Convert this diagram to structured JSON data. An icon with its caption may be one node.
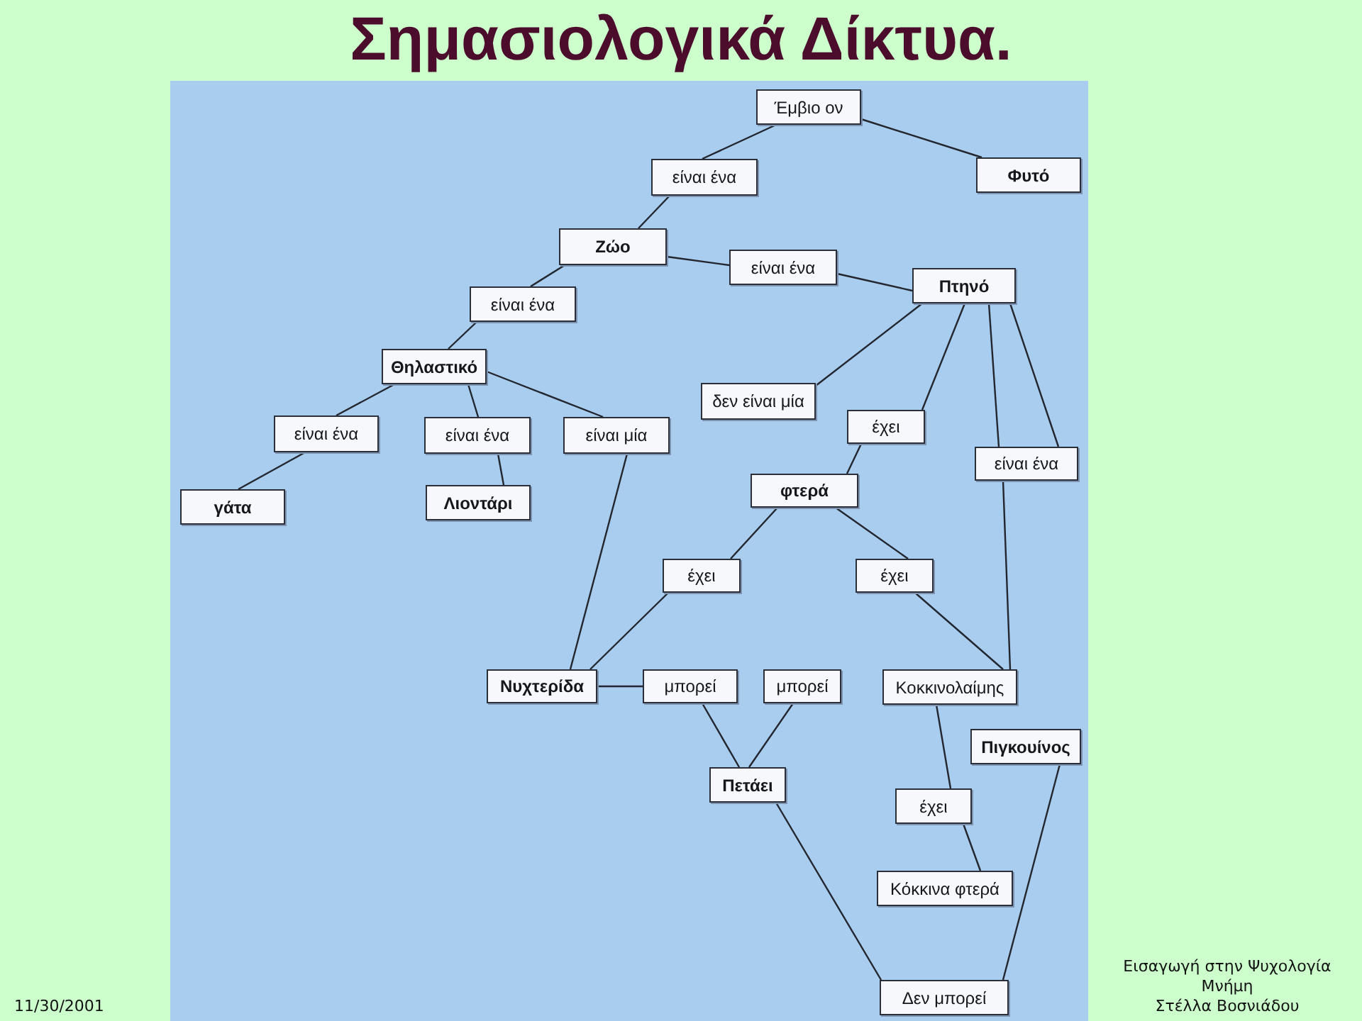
{
  "diagram": {
    "title": "Σημασιολογικά Δίκτυα.",
    "nodes": [
      {
        "text": [
          "Έμβιο ον"
        ]
      },
      {
        "text": [
          "είναι ένα"
        ]
      },
      {
        "text": [
          "Φυτό"
        ]
      },
      {
        "text": [
          "Ζώο"
        ]
      },
      {
        "text": [
          "είναι ένα"
        ]
      },
      {
        "text": [
          "Πτηνό"
        ]
      },
      {
        "text": [
          "είναι ένα"
        ]
      },
      {
        "text": [
          "Θηλαστικό"
        ]
      },
      {
        "text": [
          "δεν είναι μία"
        ]
      },
      {
        "text": [
          "είναι ένα"
        ]
      },
      {
        "text": [
          "είναι ένα"
        ]
      },
      {
        "text": [
          "είναι μία"
        ]
      },
      {
        "text": [
          "έχει"
        ]
      },
      {
        "text": [
          "είναι ένα"
        ]
      },
      {
        "text": [
          "γάτα"
        ]
      },
      {
        "text": [
          "Λιοντάρι"
        ]
      },
      {
        "text": [
          "φτερά"
        ]
      },
      {
        "text": [
          "έχει"
        ]
      },
      {
        "text": [
          "έχει"
        ]
      },
      {
        "text": [
          "Νυχτερίδα"
        ]
      },
      {
        "text": [
          "μπορεί"
        ]
      },
      {
        "text": [
          "μπορεί"
        ]
      },
      {
        "text": [
          "Κοκκινολαίμης"
        ]
      },
      {
        "text": [
          "Πιγκουίνος"
        ]
      },
      {
        "text": [
          "Πετάει"
        ]
      },
      {
        "text": [
          "έχει"
        ]
      },
      {
        "text": [
          "Κόκκινα φτερά"
        ]
      },
      {
        "text": [
          "Δεν μπορεί"
        ]
      }
    ],
    "edges": [
      {
        "from": 0,
        "to": 1,
        "arrow": "none"
      },
      {
        "from": 0,
        "to": 2,
        "arrow": "none"
      },
      {
        "from": 1,
        "to": 3,
        "arrow": "none"
      },
      {
        "from": 3,
        "to": 4,
        "arrow": "none"
      },
      {
        "from": 4,
        "to": 5,
        "arrow": "none"
      },
      {
        "from": 3,
        "to": 6,
        "arrow": "none"
      },
      {
        "from": 6,
        "to": 7,
        "arrow": "none"
      },
      {
        "from": 7,
        "to": 9,
        "arrow": "none"
      },
      {
        "from": 7,
        "to": 10,
        "arrow": "none"
      },
      {
        "from": 7,
        "to": 11,
        "arrow": "none"
      },
      {
        "from": 9,
        "to": 14,
        "arrow": "none"
      },
      {
        "from": 10,
        "to": 15,
        "arrow": "none"
      },
      {
        "from": 11,
        "to": 19,
        "arrow": "none"
      },
      {
        "from": 5,
        "to": 8,
        "arrow": "none"
      },
      {
        "from": 5,
        "to": 12,
        "arrow": "none"
      },
      {
        "from": 5,
        "to": 13,
        "arrow": "none"
      },
      {
        "from": 5,
        "to": 13,
        "arrow": "none"
      },
      {
        "from": 12,
        "to": 16,
        "arrow": "none"
      },
      {
        "from": 16,
        "to": 17,
        "arrow": "none"
      },
      {
        "from": 16,
        "to": 18,
        "arrow": "none"
      },
      {
        "from": 17,
        "to": 19,
        "arrow": "none"
      },
      {
        "from": 18,
        "to": 22,
        "arrow": "none"
      },
      {
        "from": 13,
        "to": 22,
        "arrow": "none"
      },
      {
        "from": 19,
        "to": 20,
        "arrow": "none"
      },
      {
        "from": 20,
        "to": 24,
        "arrow": "none"
      },
      {
        "from": 21,
        "to": 24,
        "arrow": "none"
      },
      {
        "from": 22,
        "to": 25,
        "arrow": "none"
      },
      {
        "from": 25,
        "to": 26,
        "arrow": "none"
      },
      {
        "from": 24,
        "to": 27,
        "arrow": "none"
      },
      {
        "from": 23,
        "to": 27,
        "arrow": "none"
      }
    ],
    "labels": [
      "11/30/2001",
      "Εισαγωγή στην Ψυχολογία",
      "Μνήμη",
      "Στέλλα Βοσνιάδου"
    ]
  }
}
